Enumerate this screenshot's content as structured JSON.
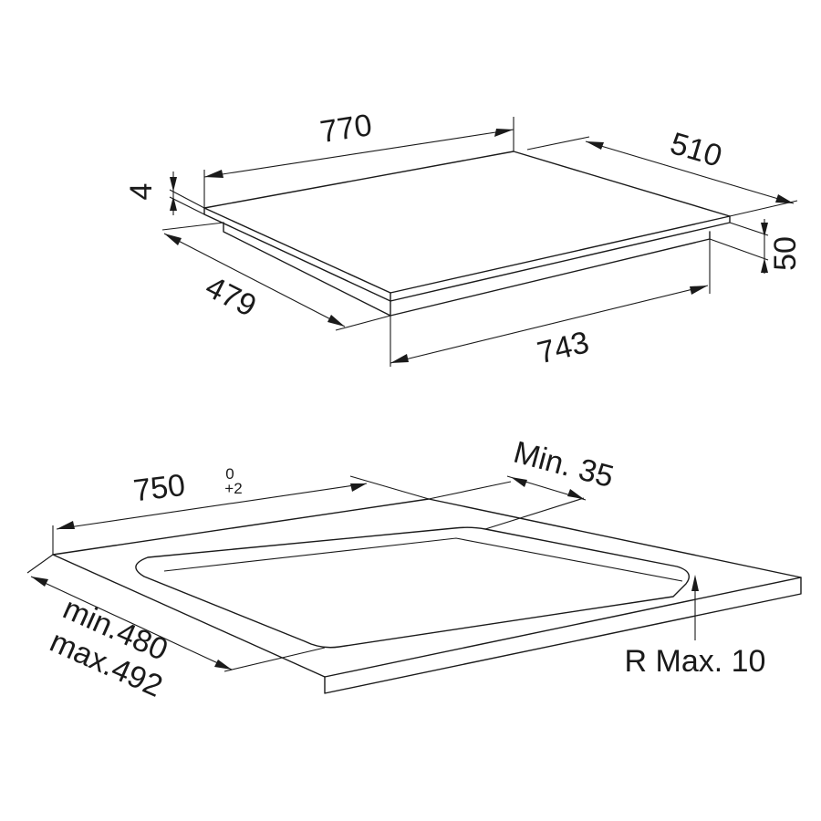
{
  "hob": {
    "width_label": "770",
    "depth_label": "510",
    "glass_thickness_label": "4",
    "height_label": "50",
    "body_depth_label": "479",
    "body_width_label": "743"
  },
  "cutout": {
    "width_label": "750",
    "width_tolerance_upper": "0",
    "width_tolerance_lower": "+2",
    "depth_min_label": "min.480",
    "depth_max_label": "max.492",
    "edge_distance_label": "Min. 35",
    "corner_radius_label": "R Max. 10"
  }
}
